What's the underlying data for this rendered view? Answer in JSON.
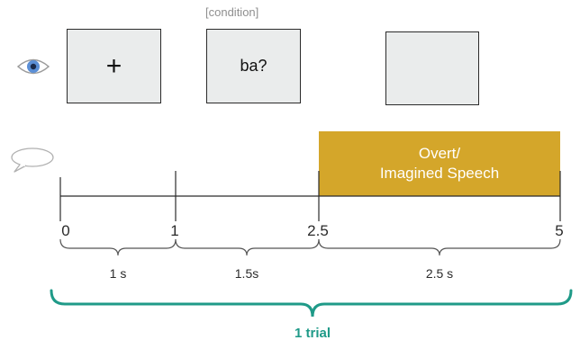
{
  "condition_label": "[condition]",
  "stimuli": {
    "fixation_symbol": "+",
    "prompt_text": "ba?",
    "blank_text": ""
  },
  "speech_bar": {
    "line1": "Overt/",
    "line2": "Imagined Speech"
  },
  "timeline": {
    "ticks": [
      "0",
      "1",
      "2.5",
      "5"
    ],
    "durations": [
      "1 s",
      "1.5s",
      "2.5 s"
    ],
    "trial_label": "1 trial"
  },
  "colors": {
    "speech_bar": "#d4a62a",
    "trial_brace": "#1f9a88",
    "box_fill": "#eaecec"
  },
  "icons": [
    "eye-icon",
    "speech-bubble-icon"
  ]
}
